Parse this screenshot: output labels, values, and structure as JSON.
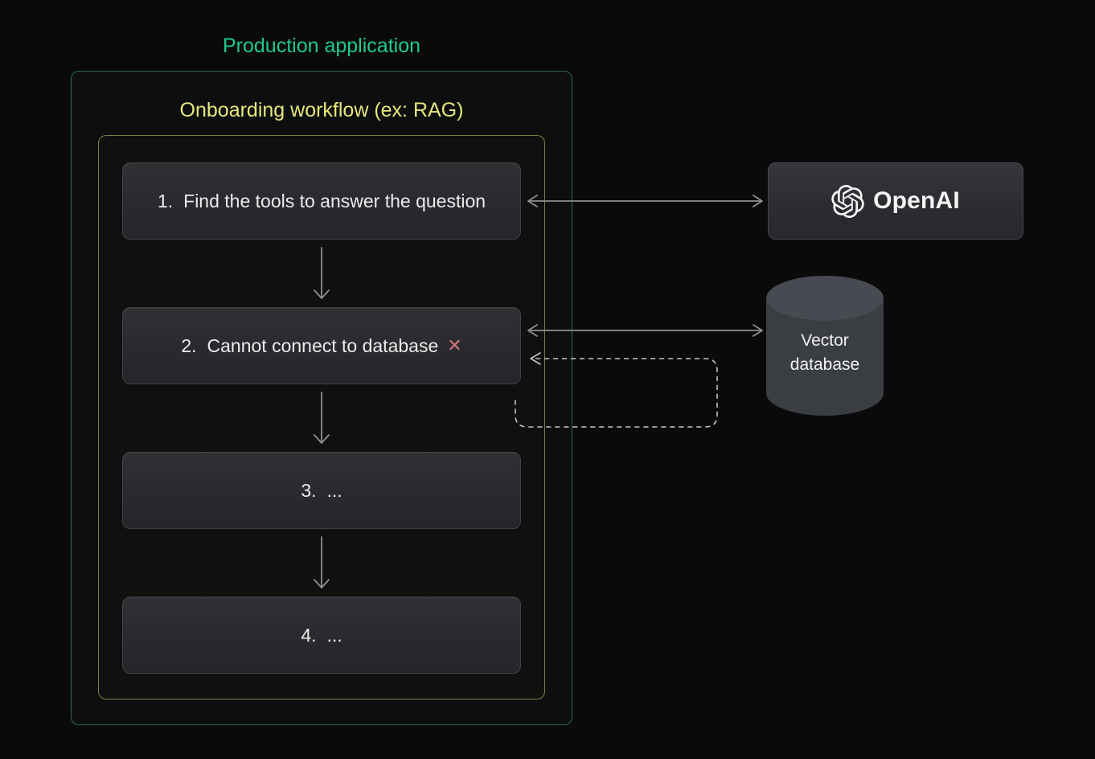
{
  "title": "Production application",
  "workflow": {
    "title": "Onboarding workflow (ex: RAG)",
    "steps": [
      {
        "number": "1.",
        "label": "Find the tools to answer the question"
      },
      {
        "number": "2.",
        "label": "Cannot connect to database",
        "error_icon": "✕"
      },
      {
        "number": "3.",
        "label": "..."
      },
      {
        "number": "4.",
        "label": "..."
      }
    ]
  },
  "services": {
    "openai": {
      "label": "OpenAI",
      "icon": "openai-logo"
    },
    "vector_database": {
      "line1": "Vector",
      "line2": "database"
    }
  },
  "connections": [
    {
      "from": "step-1",
      "to": "openai",
      "style": "solid",
      "bidirectional": true
    },
    {
      "from": "step-2",
      "to": "vector-database",
      "style": "solid",
      "bidirectional": true
    },
    {
      "from": "step-2-bottom",
      "to": "step-2-right-side",
      "style": "dashed",
      "description": "retry loop pointing back into step 2"
    },
    {
      "from": "step-1",
      "to": "step-2",
      "style": "solid",
      "direction": "down"
    },
    {
      "from": "step-2",
      "to": "step-3",
      "style": "solid",
      "direction": "down"
    },
    {
      "from": "step-3",
      "to": "step-4",
      "style": "solid",
      "direction": "down"
    }
  ],
  "colors": {
    "background": "#0a0a0a",
    "production_title": "#1fc98e",
    "production_border": "#2b6a53",
    "workflow_title": "#e7e77d",
    "workflow_border": "#7e7c49",
    "step_box_fill": "#2a2c30",
    "step_text": "#ececec",
    "error_icon": "#d4737c",
    "solid_arrow": "#8f8f8f",
    "dashed_arrow": "#c4c4c4",
    "cylinder_body": "#3a3d42",
    "cylinder_top": "#474a50"
  }
}
